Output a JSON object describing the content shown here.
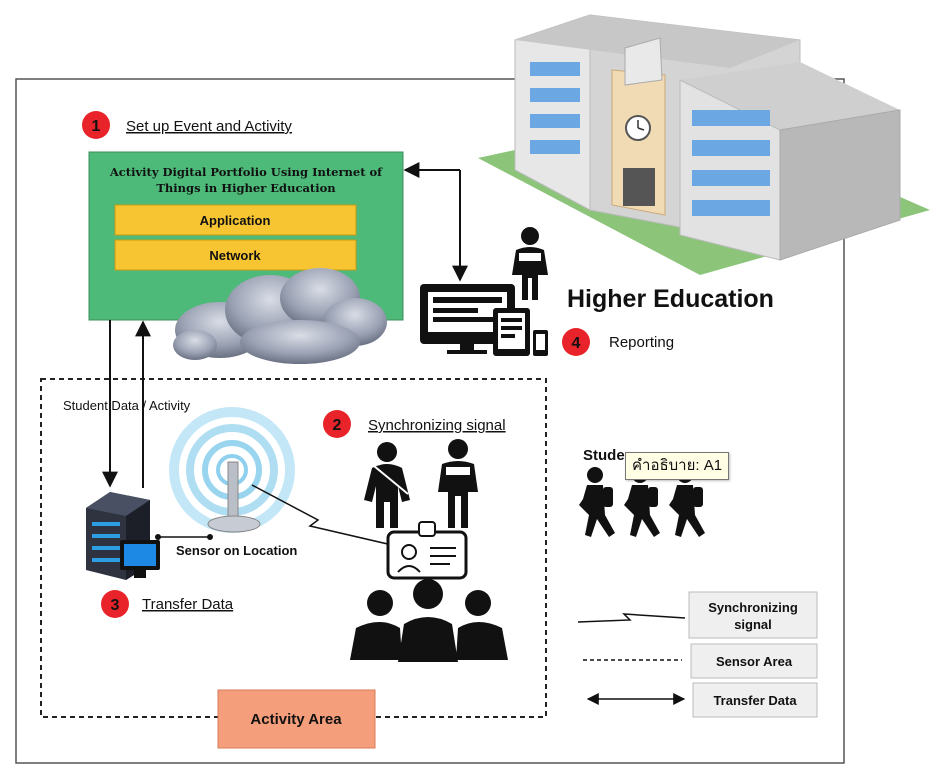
{
  "steps": [
    {
      "number": "1",
      "label": "Set up Event and Activity"
    },
    {
      "number": "2",
      "label": "Synchronizing signal"
    },
    {
      "number": "3",
      "label": "Transfer Data"
    },
    {
      "number": "4",
      "label": "Reporting"
    }
  ],
  "portfolio": {
    "title_line1": "Activity Digital Portfolio Using Internet of",
    "title_line2": "Things in Higher Education",
    "layers": [
      "Application",
      "Network"
    ]
  },
  "flow_label": "Student Data / Activity",
  "sensor_label": "Sensor on Location",
  "higher_education_label": "Higher Education",
  "students_label": "Stude",
  "tooltip_text": "คำอธิบาย: A1",
  "activity_area_label": "Activity Area",
  "legend": {
    "sync_line1": "Synchronizing",
    "sync_line2": "signal",
    "sensor_area": "Sensor Area",
    "transfer_data": "Transfer Data"
  },
  "colors": {
    "step_badge": "#e8242a",
    "portfolio_fill": "#4dba79",
    "layer_fill": "#f7c531",
    "activity_area_fill": "#f59e7b",
    "legend_fill": "#efefef"
  }
}
